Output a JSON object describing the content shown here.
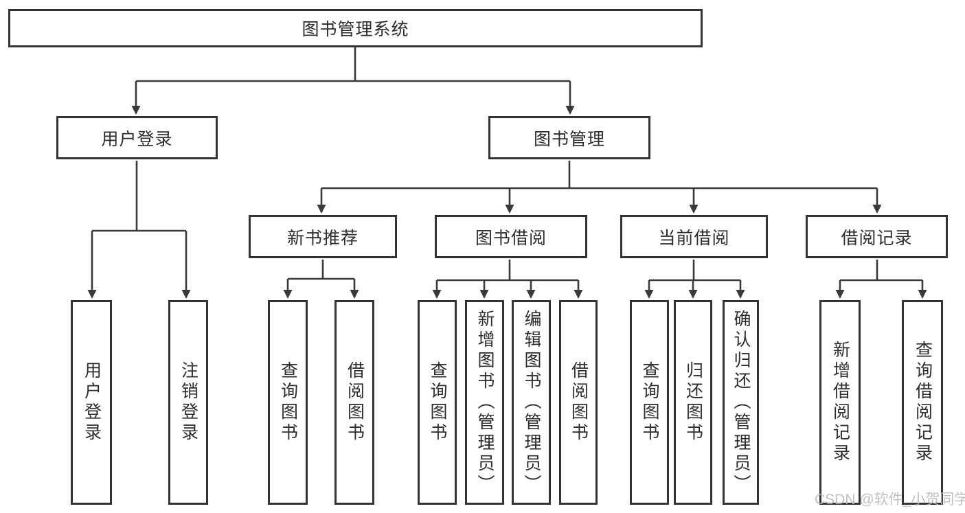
{
  "colors": {
    "line": "#3a3a3a",
    "box_border": "#333333",
    "box_background": "#ffffff",
    "text": "#2d2d2d",
    "watermark": "#b9b9b9"
  },
  "diagram": {
    "title": "图书管理系统",
    "children": [
      {
        "label": "用户登录",
        "children": [
          {
            "label": "用户登录"
          },
          {
            "label": "注销登录"
          }
        ]
      },
      {
        "label": "图书管理",
        "children": [
          {
            "label": "新书推荐",
            "children": [
              {
                "label": "查询图书"
              },
              {
                "label": "借阅图书"
              }
            ]
          },
          {
            "label": "图书借阅",
            "children": [
              {
                "label": "查询图书"
              },
              {
                "label": "新增图书（管理员）"
              },
              {
                "label": "编辑图书（管理员）"
              },
              {
                "label": "借阅图书"
              }
            ]
          },
          {
            "label": "当前借阅",
            "children": [
              {
                "label": "查询图书"
              },
              {
                "label": "归还图书"
              },
              {
                "label": "确认归还（管理员）"
              }
            ]
          },
          {
            "label": "借阅记录",
            "children": [
              {
                "label": "新增借阅记录"
              },
              {
                "label": "查询借阅记录"
              }
            ]
          }
        ]
      }
    ]
  },
  "watermark": "CSDN @软件_小贺同学"
}
